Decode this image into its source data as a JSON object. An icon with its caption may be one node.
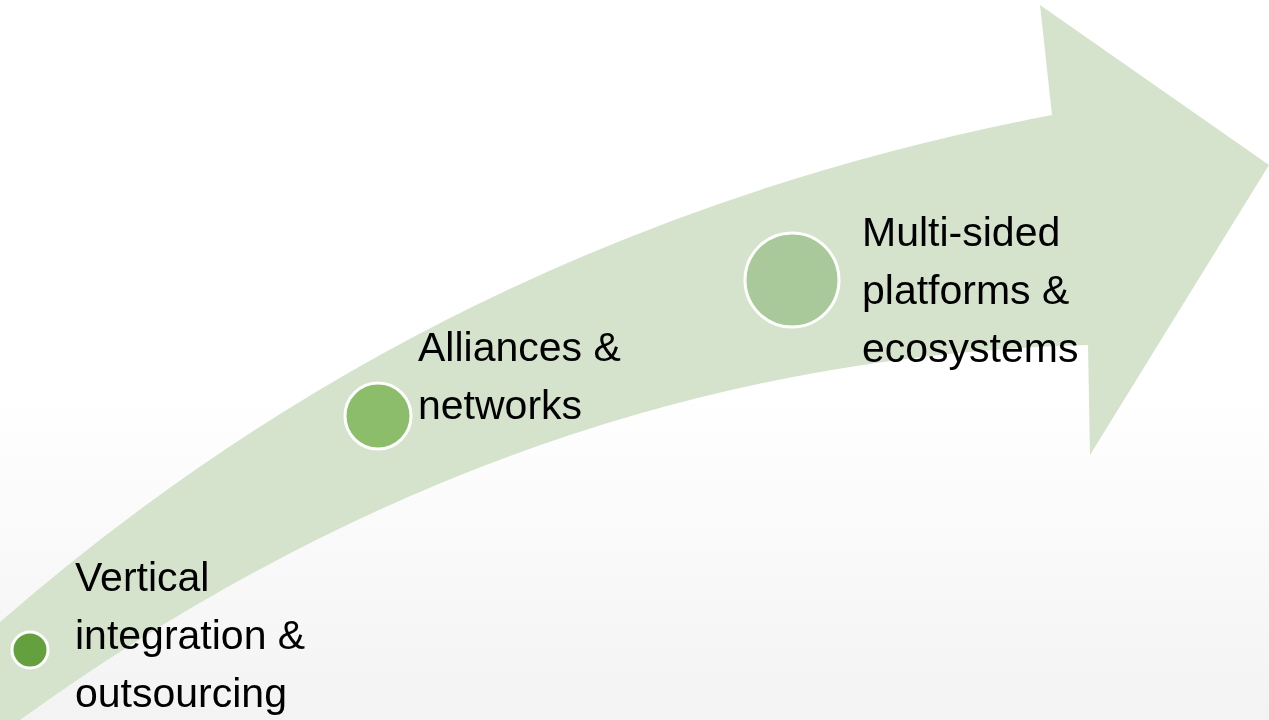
{
  "diagram": {
    "nodes": [
      {
        "text": [],
        "shape": "circle",
        "beside": [
          "Vertical integration & outsourcing"
        ]
      },
      {
        "text": [],
        "shape": "circle",
        "beside": [
          "Alliances & networks"
        ]
      },
      {
        "text": [],
        "shape": "circle",
        "beside": [
          "Multi-sided platforms & ecosystems"
        ]
      }
    ]
  }
}
